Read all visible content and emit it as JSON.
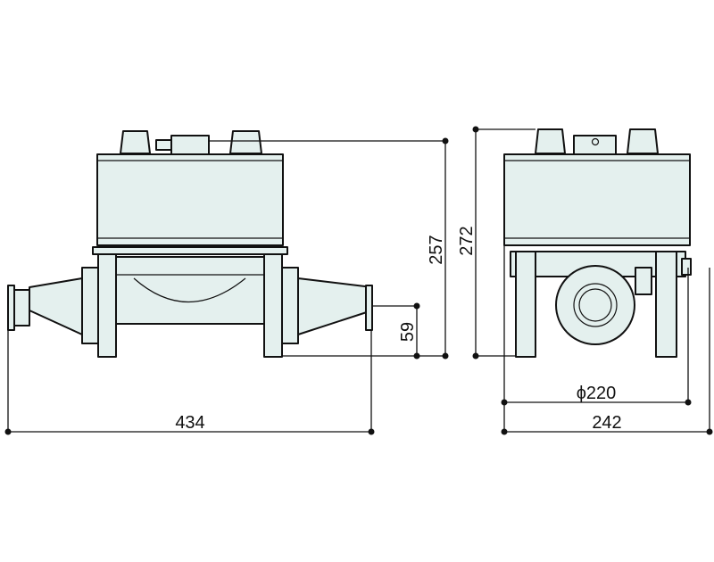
{
  "dimensions": {
    "length": "434",
    "height_side": "257",
    "pipe_center_height": "59",
    "height_front": "272",
    "diameter": "ϕ220",
    "width": "242"
  },
  "colors": {
    "body_fill": "#e4f0ee",
    "line": "#111111"
  }
}
